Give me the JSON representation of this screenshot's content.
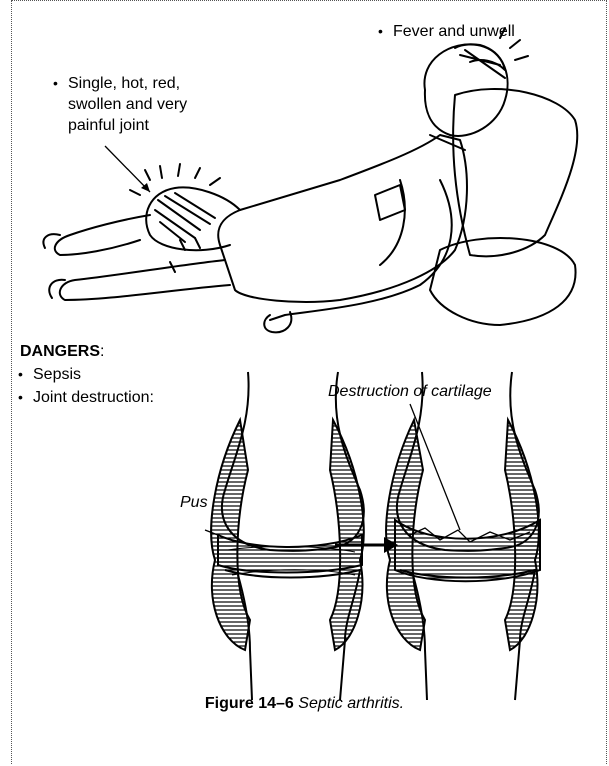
{
  "illustration": {
    "label_fever": "Fever and unwell",
    "label_joint_lines": [
      "Single, hot, red,",
      "swollen and very",
      "painful joint"
    ]
  },
  "dangers": {
    "heading": "DANGERS",
    "heading_suffix": ":",
    "items": [
      "Sepsis",
      "Joint destruction:"
    ]
  },
  "diagram": {
    "label_pus": "Pus",
    "label_destruction": "Destruction of cartilage"
  },
  "caption": {
    "figure_number": "Figure 14–6",
    "title": "Septic arthritis."
  },
  "icons": [
    "patient-lying-illustration",
    "healthy-knee-joint",
    "destroyed-knee-joint",
    "arrow-right-icon"
  ]
}
